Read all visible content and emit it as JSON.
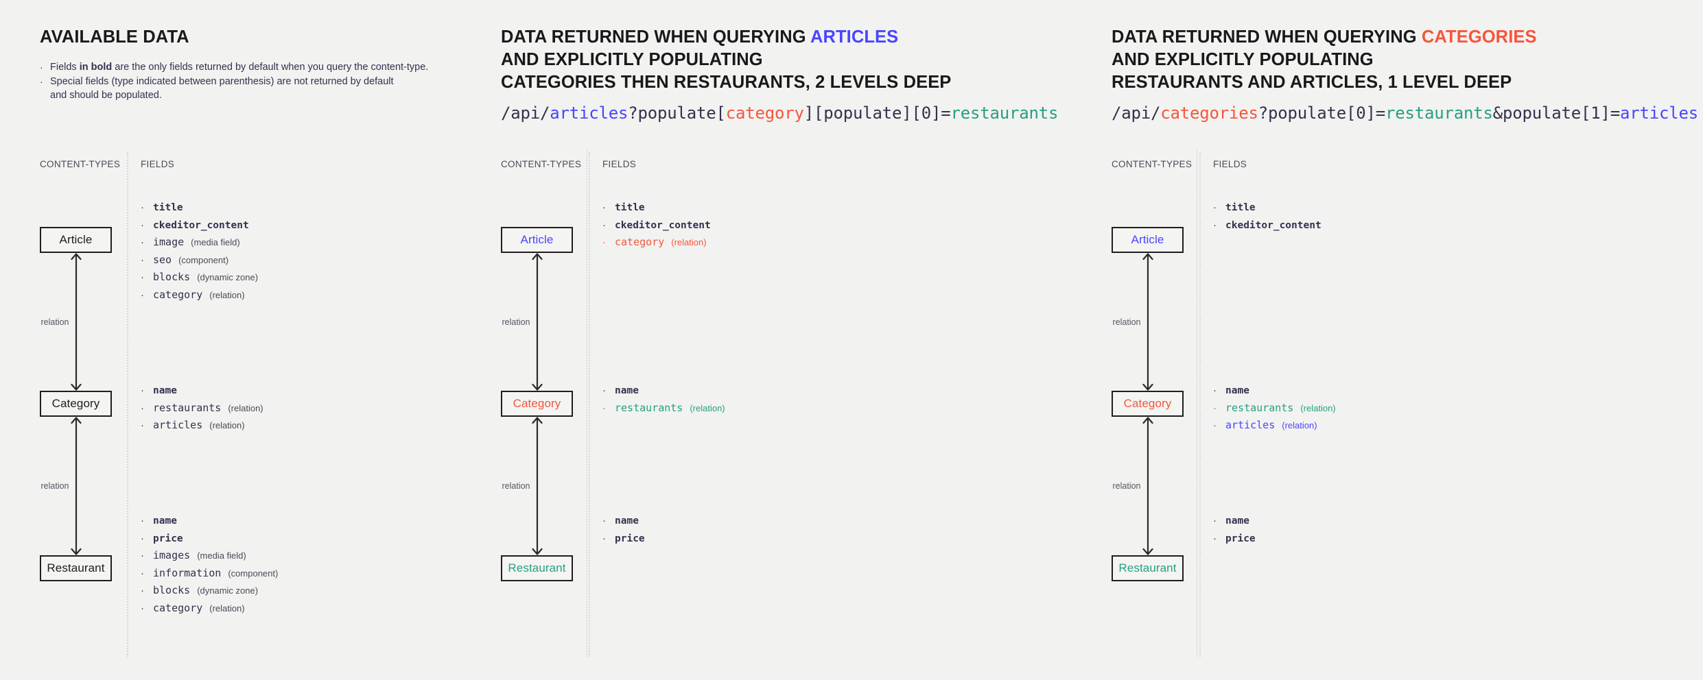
{
  "colors": {
    "background": "#f2f2f1",
    "text": "#32324d",
    "blue": "#4945ff",
    "red": "#f5563b",
    "green": "#25a07e",
    "box_border": "#1e1e1e"
  },
  "panels": [
    {
      "id": "available-data",
      "heading_parts": [
        {
          "text": "AVAILABLE DATA",
          "color": "default"
        }
      ],
      "notes": [
        {
          "bullet": "·",
          "pre": "Fields ",
          "bold": "in bold",
          "post": " are the only fields returned by default when you query the content-type."
        },
        {
          "bullet": "·",
          "pre": "Special fields (type indicated between parenthesis) are not returned by default\nand should be populated.",
          "bold": "",
          "post": ""
        }
      ],
      "api_url": null,
      "col_labels": {
        "content_types": "CONTENT-TYPES",
        "fields": "FIELDS"
      },
      "nodes": [
        {
          "label": "Article",
          "color": "default"
        },
        {
          "label": "Category",
          "color": "default"
        },
        {
          "label": "Restaurant",
          "color": "default"
        }
      ],
      "relations": [
        {
          "label": "relation",
          "direction": "both"
        },
        {
          "label": "relation",
          "direction": "both"
        }
      ],
      "field_groups": [
        [
          {
            "name": "title",
            "type": "",
            "bold": true,
            "color": "default"
          },
          {
            "name": "ckeditor_content",
            "type": "",
            "bold": true,
            "color": "default"
          },
          {
            "name": "image",
            "type": "(media field)",
            "bold": false,
            "color": "default"
          },
          {
            "name": "seo",
            "type": "(component)",
            "bold": false,
            "color": "default"
          },
          {
            "name": "blocks",
            "type": "(dynamic zone)",
            "bold": false,
            "color": "default"
          },
          {
            "name": "category",
            "type": "(relation)",
            "bold": false,
            "color": "default"
          }
        ],
        [
          {
            "name": "name",
            "type": "",
            "bold": true,
            "color": "default"
          },
          {
            "name": "restaurants",
            "type": "(relation)",
            "bold": false,
            "color": "default"
          },
          {
            "name": "articles",
            "type": "(relation)",
            "bold": false,
            "color": "default"
          }
        ],
        [
          {
            "name": "name",
            "type": "",
            "bold": true,
            "color": "default"
          },
          {
            "name": "price",
            "type": "",
            "bold": true,
            "color": "default"
          },
          {
            "name": "images",
            "type": "(media field)",
            "bold": false,
            "color": "default"
          },
          {
            "name": "information",
            "type": "(component)",
            "bold": false,
            "color": "default"
          },
          {
            "name": "blocks",
            "type": "(dynamic zone)",
            "bold": false,
            "color": "default"
          },
          {
            "name": "category",
            "type": "(relation)",
            "bold": false,
            "color": "default"
          }
        ]
      ]
    },
    {
      "id": "query-articles",
      "heading_parts": [
        {
          "text": "DATA RETURNED WHEN QUERYING ",
          "color": "default"
        },
        {
          "text": "ARTICLES",
          "color": "blue"
        },
        {
          "text": "\nAND EXPLICITLY POPULATING\nCATEGORIES THEN RESTAURANTS, 2 LEVELS DEEP",
          "color": "default"
        }
      ],
      "notes": [],
      "api_url": [
        {
          "text": "/api/",
          "color": "default"
        },
        {
          "text": "articles",
          "color": "blue"
        },
        {
          "text": "?populate[",
          "color": "default"
        },
        {
          "text": "category",
          "color": "red"
        },
        {
          "text": "][populate][0]=",
          "color": "default"
        },
        {
          "text": "restaurants",
          "color": "green"
        }
      ],
      "col_labels": {
        "content_types": "CONTENT-TYPES",
        "fields": "FIELDS"
      },
      "nodes": [
        {
          "label": "Article",
          "color": "blue"
        },
        {
          "label": "Category",
          "color": "red"
        },
        {
          "label": "Restaurant",
          "color": "green"
        }
      ],
      "relations": [
        {
          "label": "relation",
          "direction": "both"
        },
        {
          "label": "relation",
          "direction": "both"
        }
      ],
      "field_groups": [
        [
          {
            "name": "title",
            "type": "",
            "bold": true,
            "color": "default"
          },
          {
            "name": "ckeditor_content",
            "type": "",
            "bold": true,
            "color": "default"
          },
          {
            "name": "category",
            "type": "(relation)",
            "bold": false,
            "color": "red"
          }
        ],
        [
          {
            "name": "name",
            "type": "",
            "bold": true,
            "color": "default"
          },
          {
            "name": "restaurants",
            "type": "(relation)",
            "bold": false,
            "color": "green"
          }
        ],
        [
          {
            "name": "name",
            "type": "",
            "bold": true,
            "color": "default"
          },
          {
            "name": "price",
            "type": "",
            "bold": true,
            "color": "default"
          }
        ]
      ]
    },
    {
      "id": "query-categories",
      "heading_parts": [
        {
          "text": "DATA RETURNED WHEN QUERYING ",
          "color": "default"
        },
        {
          "text": "CATEGORIES",
          "color": "red"
        },
        {
          "text": "\nAND EXPLICITLY POPULATING\nRESTAURANTS AND ARTICLES, 1 LEVEL DEEP",
          "color": "default"
        }
      ],
      "notes": [],
      "api_url": [
        {
          "text": "/api/",
          "color": "default"
        },
        {
          "text": "categories",
          "color": "red"
        },
        {
          "text": "?populate[0]=",
          "color": "default"
        },
        {
          "text": "restaurants",
          "color": "green"
        },
        {
          "text": "&populate[1]=",
          "color": "default"
        },
        {
          "text": "articles",
          "color": "blue"
        }
      ],
      "col_labels": {
        "content_types": "CONTENT-TYPES",
        "fields": "FIELDS"
      },
      "nodes": [
        {
          "label": "Article",
          "color": "blue"
        },
        {
          "label": "Category",
          "color": "red"
        },
        {
          "label": "Restaurant",
          "color": "green"
        }
      ],
      "relations": [
        {
          "label": "relation",
          "direction": "both"
        },
        {
          "label": "relation",
          "direction": "both"
        }
      ],
      "field_groups": [
        [
          {
            "name": "title",
            "type": "",
            "bold": true,
            "color": "default"
          },
          {
            "name": "ckeditor_content",
            "type": "",
            "bold": true,
            "color": "default"
          }
        ],
        [
          {
            "name": "name",
            "type": "",
            "bold": true,
            "color": "default"
          },
          {
            "name": "restaurants",
            "type": "(relation)",
            "bold": false,
            "color": "green"
          },
          {
            "name": "articles",
            "type": "(relation)",
            "bold": false,
            "color": "blue"
          }
        ],
        [
          {
            "name": "name",
            "type": "",
            "bold": true,
            "color": "default"
          },
          {
            "name": "price",
            "type": "",
            "bold": true,
            "color": "default"
          }
        ]
      ]
    }
  ]
}
